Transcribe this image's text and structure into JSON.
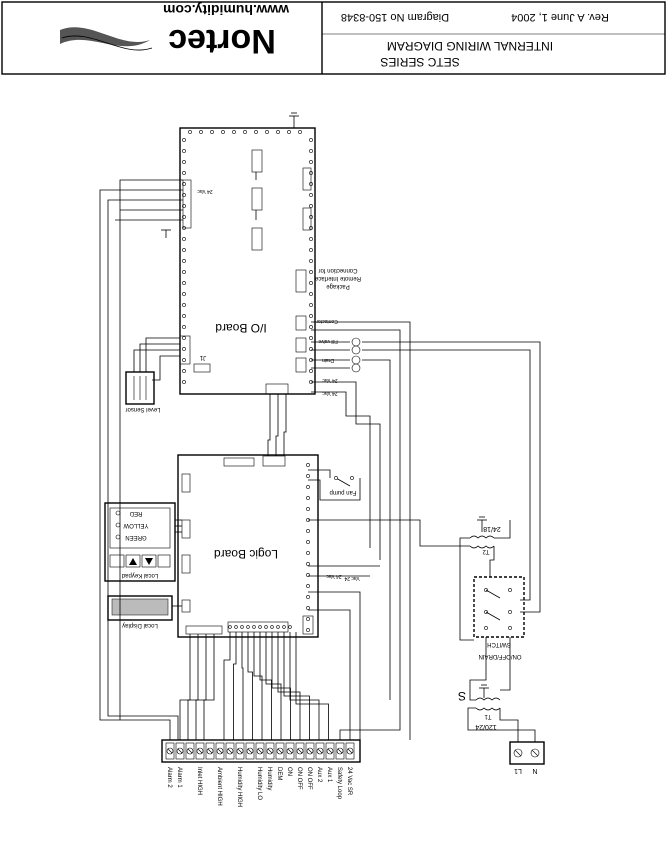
{
  "title_block": {
    "brand": "Nortec",
    "website": "www.humidity.com",
    "series": "SETC  SERIES",
    "diagram_title": "INTERNAL WIRING DIAGRAM",
    "diagram_number": "Diagram No 150-8348",
    "revision": "Rev. A   June 1, 2004"
  },
  "boards": {
    "io_board": "I/O Board",
    "logic_board": "Logic Board"
  },
  "keypad": {
    "label": "Local Keypad",
    "led_red": "RED",
    "led_yellow": "YELLOW",
    "led_green": "GREEN"
  },
  "labels": {
    "vac_24": "24 Vac",
    "vac_24_alt": "Vac 24",
    "vac_24_in": "24 Vac",
    "connection_for": "Connection for",
    "remote_interface": "Remote Interface",
    "package": "Package",
    "contactor": "Contactor",
    "fill_valve": "Fill valve",
    "drain": "Drain",
    "level_sensor": "Level Sensor",
    "local_display": "Local Display",
    "fan_pump": "Fan pump",
    "j1": "J1",
    "t2_rating": "24/18",
    "t2": "T2",
    "t1": "T1",
    "t1_rating": "120/24",
    "switch": "SWITCH",
    "on_off_drain": "ON/OFF/DRAIN",
    "fuse_s": "S",
    "l1": "L1",
    "n": "N"
  },
  "field_terminals": [
    "Alarm 2",
    "Alarm 1",
    "",
    "Inlet HIGH",
    "",
    "Ambient HIGH",
    "",
    "Humidity HIGH",
    "",
    "Humidity LO",
    "Humidity",
    "DEM",
    "ON",
    "ON OFF",
    "ON OFF",
    "Aux 2",
    "Aux 1",
    "Safety Loop",
    "24 Vac SR"
  ]
}
